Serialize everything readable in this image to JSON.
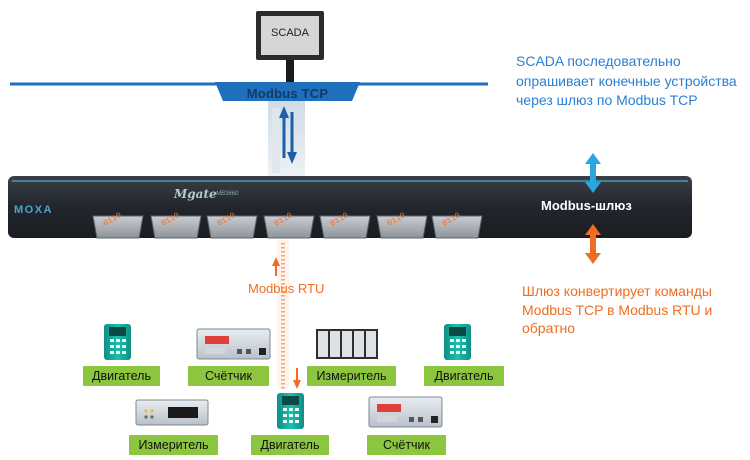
{
  "scada_screen": {
    "label": "SCADA"
  },
  "network": {
    "label": "Modbus TCP"
  },
  "gateway": {
    "brand": "MOXA",
    "product": "Mgate",
    "model": "MB3660",
    "label": "Modbus-шлюз",
    "port_bits": "0110"
  },
  "serial": {
    "label": "Modbus RTU",
    "bits": "010101001010101010100101010010101"
  },
  "notes": {
    "scada": "SCADA последовательно опрашивает конечные устройства через шлюз по Modbus TCP",
    "gateway": "Шлюз конвертирует команды Modbus TCP в Modbus RTU и обратно"
  },
  "devices": [
    {
      "kind": "motor",
      "label": "Двигатель"
    },
    {
      "kind": "meter",
      "label": "Счётчик"
    },
    {
      "kind": "instrument",
      "label": "Измеритель"
    },
    {
      "kind": "motor",
      "label": "Двигатель"
    },
    {
      "kind": "instrument",
      "label": "Измеритель"
    },
    {
      "kind": "motor",
      "label": "Двигатель"
    },
    {
      "kind": "meter",
      "label": "Счётчик"
    }
  ],
  "colors": {
    "tcp_blue": "#1f6fbd",
    "accent_blue": "#2a7fd2",
    "rtu_orange": "#ee6d22",
    "label_green": "#8cc63f",
    "gateway_body": "#23272e",
    "motor_teal": "#16a79a"
  }
}
